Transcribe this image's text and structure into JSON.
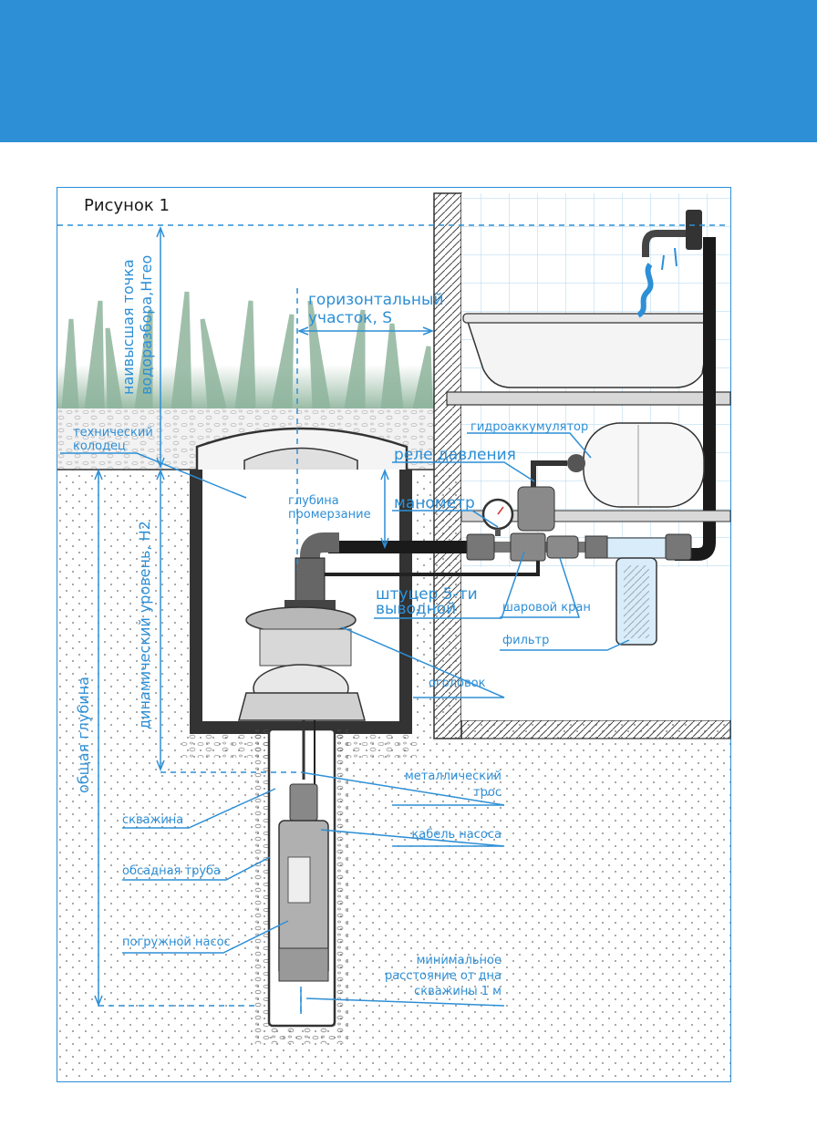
{
  "figure": {
    "title": "Рисунок 1"
  },
  "labels": {
    "highest_point": "наивысшая точка",
    "highest_point_2": "водоразбора,Hгео",
    "horizontal": "горизонтальный",
    "horizontal_2": "участок, S",
    "tech_well": "технический",
    "tech_well_2": "колодец",
    "accumulator": "гидроаккумулятор",
    "pressure_relay": "реле давления",
    "freeze_depth": "глубина",
    "freeze_depth_2": "промерзание",
    "manometer": "манометр",
    "fitting": "штуцер 5-ти",
    "fitting_2": "выводной",
    "ball_valve": "шаровой кран",
    "filter": "фильтр",
    "dynamic_level": "динамический уровень, H2",
    "total_depth": "общая глубина",
    "wellhead": "оголовок",
    "cable_rope": "металлический",
    "cable_rope_2": "трос",
    "borehole": "скважина",
    "pump_cable": "кабель насоса",
    "casing": "обсадная труба",
    "sub_pump": "погружной насос",
    "min_distance": "минимальное",
    "min_distance_2": "расстояние от дна",
    "min_distance_3": "скважины 1 м"
  },
  "colors": {
    "accent": "#2d8fd6",
    "pipe": "#1a1a1a",
    "grass": "#8fb59d",
    "tile": "#bcdcf2"
  }
}
